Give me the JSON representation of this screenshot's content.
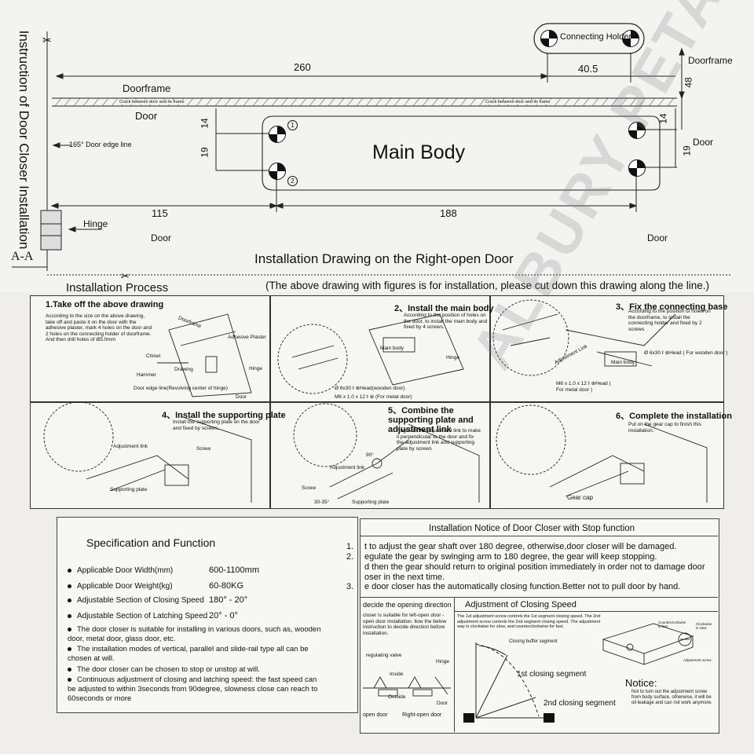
{
  "title": "Instruction of Door Closer Installation",
  "section_label": "A-A",
  "top_drawing": {
    "connecting_holder": "Connecting Holder",
    "doorframe_left": "Doorframe",
    "doorframe_right": "Doorframe",
    "door_left": "Door",
    "door_right": "Door",
    "door_bottom_left": "Door",
    "door_bottom_right": "Door",
    "crack_left": "Crack between door and its frame",
    "crack_right": "Crack between door and its frame",
    "dim_260": "260",
    "dim_40_5": "40.5",
    "dim_48": "48",
    "dim_14_left": "14",
    "dim_19_left": "19",
    "dim_14_right": "14",
    "dim_19_right": "19",
    "dim_115": "115",
    "dim_188": "188",
    "edge_line": "165° Door edge line",
    "hinge": "Hinge",
    "main_body": "Main Body",
    "hole_1": "1",
    "hole_2": "2",
    "caption": "Installation Drawing on the Right-open Door",
    "cut_note": "(The above drawing with figures is for installation, please cut down this drawing along the line.)"
  },
  "process": {
    "heading": "Installation Process",
    "steps": [
      {
        "title": "1.Take off the above drawing",
        "text": "According to the size on the above drawing, take off and paste it on the door with the adhesive plaster, mark 4 holes on the door and 2 holes on the connecting holder of doorframe. And then drill holes of Ø5.0mm",
        "labels": [
          "Doorframe",
          "Adhesive Plaster",
          "Chisel",
          "Hammer",
          "Drawing",
          "Hinge",
          "Door edge line(Revolving center of hinge)",
          "Door"
        ]
      },
      {
        "title": "2、Install the main body",
        "text": "According to the position of holes on the door, to install the main body and fixed by 4 screws.",
        "labels": [
          "Main body",
          "Hinge",
          "Ø 6x30 ℓ ⊕Head(wooden door)",
          "M6 x 1.0 x 12 ℓ ⊕ (For metal door)"
        ]
      },
      {
        "title": "3、Fix the connecting base",
        "text": "According to the position of holes on the doorframe, to install the connecting holder and fixed by 2 screws",
        "labels": [
          "Adjustment Link",
          "Main body",
          "Ø 6x30 ℓ ⊕Head ( For wooden door )",
          "M6 x 1.0 x 12 ℓ ⊕Head ( For metal door )"
        ]
      },
      {
        "title": "4、Install the supporting plate",
        "text": "Install the supporting plate on the door and fixed by screws.",
        "labels": [
          "Adjustment link",
          "Screw",
          "Supporting plate"
        ]
      },
      {
        "title": "5、Combine the supporting plate and adjustment link",
        "text": "Regulate the adjustment link to make it perpendicular to the door and fix the adjustment link and supporting plate by screws",
        "labels": [
          "90°",
          "Adjustment link",
          "Screw",
          "30-35°",
          "Supporting plate"
        ]
      },
      {
        "title": "6、Complete the installation",
        "text": "Put on the gear cap to finish this installation.",
        "labels": [
          "Gear cap"
        ]
      }
    ]
  },
  "spec": {
    "heading": "Specification and Function",
    "rows": [
      {
        "label": "Applicable Door Width(mm)",
        "value": "600-1100mm"
      },
      {
        "label": "Applicable Door Weight(kg)",
        "value": "60-80KG"
      },
      {
        "label": "Adjustable Section of Closing Speed",
        "value": "180° - 20°"
      },
      {
        "label": "Adjustable Section of Latching Speed",
        "value": "20° - 0°"
      }
    ],
    "notes": [
      "The door closer is suitable for installing in various doors, such as, wooden door, metal door, glass door, etc.",
      "The installation modes of vertical, parallel and slide-rail type all can be chosen at will.",
      "The door closer can be chosen to stop or unstop at will.",
      "Continuous adjustment of closing and latching speed: the fast speed can be adjusted to within 3seconds from 90degree, slowness close can reach to 60seconds or more"
    ]
  },
  "notice": {
    "heading": "Installation Notice of Door Closer with Stop function",
    "items": [
      {
        "num": "1.",
        "text": "t to adjust the gear shaft over 180 degree, otherwise,door closer will be damaged."
      },
      {
        "num": "2.",
        "text": "egulate the gear by swinging arm to 180 degree, the gear will keep stopping."
      },
      {
        "num": "",
        "text": "d then the gear should return to original position immediately in order not to damage door"
      },
      {
        "num": "",
        "text": "oser in the next time."
      },
      {
        "num": "3.",
        "text": "e door closer has the automatically closing function.Better not  to pull door by hand."
      }
    ],
    "direction": {
      "heading": "decide the opening direction",
      "text": "closer is suitable for left-open door -open door installation. llow the below instruction to decide direction before installation.",
      "labels": [
        "regulating valve",
        "Hinge",
        "Inside",
        "Outside",
        "Door",
        "open door",
        "Right-open door"
      ]
    },
    "closing": {
      "heading": "Adjustment of Closing Speed",
      "text": "The 1st adjustment screw controls the 1st segment closing speed. The 2nd adjustment screw controls the 2nd segment closing speed. The adjustment way is clockwise for slow, and counterclockwise for fast.",
      "labels": [
        "Closing buffer segment",
        "1st closing segment",
        "2nd closing segment",
        "Counterclockwise is fast",
        "Clockwise is slow",
        "Adjustment screw"
      ],
      "notice_title": "Notice:",
      "notice_text": "Not to turn out the adjustment screw from body surface, otherwise, it will be oil leakage and can not work anymore."
    }
  },
  "watermark": "ALBURY PETA"
}
